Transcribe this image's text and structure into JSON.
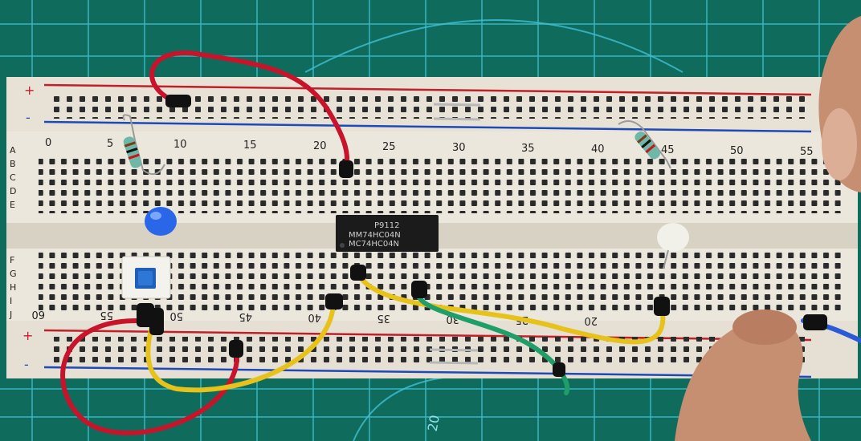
{
  "breadboard": {
    "top_rail": {
      "plus_label": "+",
      "minus_label": "-"
    },
    "bottom_rail": {
      "plus_label": "+",
      "minus_label": "-"
    },
    "column_numbers_top": [
      "0",
      "5",
      "10",
      "15",
      "20",
      "25",
      "30",
      "35",
      "40",
      "45",
      "50",
      "55"
    ],
    "column_numbers_bottom": [
      "60",
      "55",
      "50",
      "45",
      "40",
      "35",
      "30",
      "25",
      "20"
    ],
    "row_letters_top": [
      "A",
      "B",
      "C",
      "D",
      "E"
    ],
    "row_letters_bottom": [
      "F",
      "G",
      "H",
      "I",
      "J"
    ]
  },
  "ic_chip": {
    "line1": "P9112",
    "line2": "MM74HC04N",
    "line3": "MC74HC04N"
  },
  "mat_marking": "20",
  "colors": {
    "mat": "#0f6b5c",
    "grid": "#3fc1d6",
    "board": "#ece7dc",
    "rail_red": "#c0202a",
    "rail_blue": "#1e49b8",
    "wire_red": "#c8142a",
    "wire_yellow": "#e6c21a",
    "wire_green": "#1f9e6a",
    "wire_blue": "#2a5ad8",
    "led_blue": "#2a67e8",
    "led_white": "#f1f1ea",
    "chip": "#1b1b1b",
    "button_cap": "#1f5fb8",
    "skin": "#c78f72"
  },
  "icons": [
    "led-blue",
    "led-white",
    "push-button",
    "resistor",
    "ic-chip",
    "hand"
  ]
}
